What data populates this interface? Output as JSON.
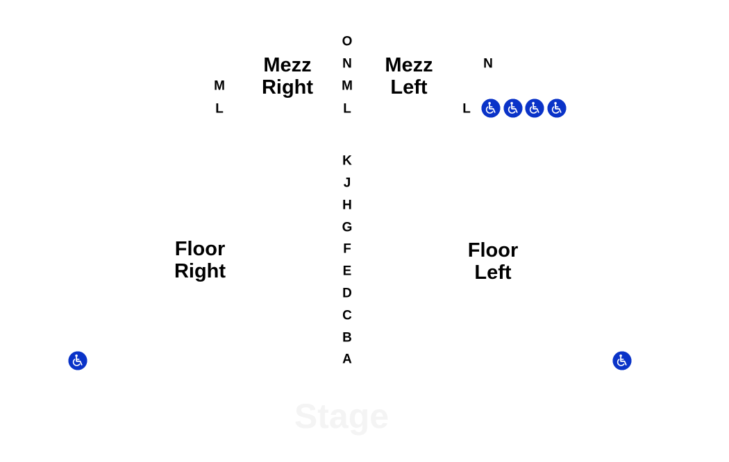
{
  "seating_chart": {
    "accessible_color": "#0a33c8",
    "center_aisle_rows": [
      "O",
      "N",
      "M",
      "L",
      "K",
      "J",
      "H",
      "G",
      "F",
      "E",
      "D",
      "C",
      "B",
      "A"
    ],
    "mezz_right": {
      "name_line1": "Mezz",
      "name_line2": "Right",
      "rows": [
        "M",
        "L"
      ]
    },
    "mezz_left": {
      "name_line1": "Mezz",
      "name_line2": "Left",
      "rows": [
        "N",
        "L"
      ],
      "accessible_seats_row_L": 4,
      "accessible_icon": "wheelchair-icon"
    },
    "floor_right": {
      "name_line1": "Floor",
      "name_line2": "Right",
      "accessible_seats": 1,
      "accessible_icon": "wheelchair-icon"
    },
    "floor_left": {
      "name_line1": "Floor",
      "name_line2": "Left",
      "accessible_seats": 1,
      "accessible_icon": "wheelchair-icon"
    },
    "stage_label": "Stage"
  }
}
